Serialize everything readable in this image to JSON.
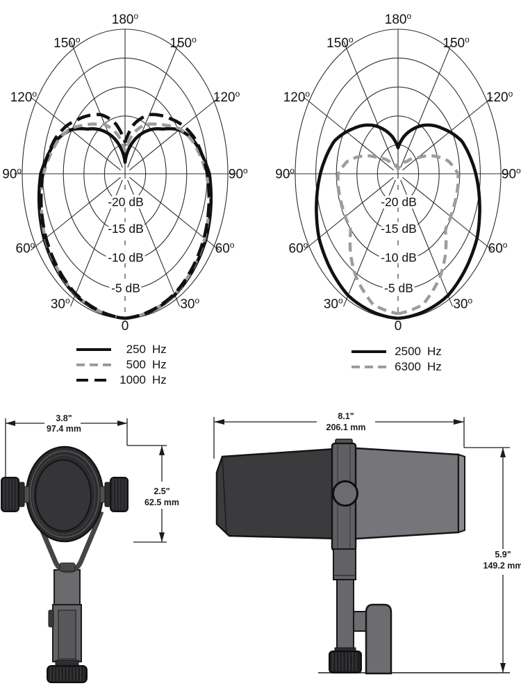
{
  "colors": {
    "background": "#ffffff",
    "grid": "#2e2e2e",
    "curve_black": "#111111",
    "curve_gray": "#9c9c9c",
    "foam_dark": "#3b3b3d",
    "body_gray": "#76767a",
    "hardware_gray": "#646466",
    "knob_dark": "#1f1f21"
  },
  "polar_axis": {
    "angle_labels": [
      "180",
      "150",
      "120",
      "90",
      "60",
      "30"
    ],
    "degree_mark": "o",
    "zero_label": "0",
    "db_labels": [
      "-20 dB",
      "-15 dB",
      "-10 dB",
      "-5 dB"
    ],
    "db_rings": [
      0,
      -5,
      -10,
      -15,
      -20
    ],
    "db_full_scale": -25
  },
  "chart_data": [
    {
      "type": "polar",
      "title": "",
      "angle_ticks_deg": [
        0,
        30,
        60,
        90,
        120,
        150,
        180
      ],
      "db_rings": [
        0,
        -5,
        -10,
        -15,
        -20
      ],
      "series": [
        {
          "value": "250",
          "unit": "Hz",
          "line": "solid-black",
          "points_deg_db": [
            [
              0,
              0
            ],
            [
              30,
              -0.8
            ],
            [
              60,
              -2.3
            ],
            [
              90,
              -4.5
            ],
            [
              110,
              -7.5
            ],
            [
              120,
              -9.8
            ],
            [
              130,
              -13
            ],
            [
              140,
              -15
            ],
            [
              150,
              -17
            ],
            [
              165,
              -20
            ],
            [
              175,
              -22
            ],
            [
              180,
              -23
            ]
          ]
        },
        {
          "value": "500",
          "unit": "Hz",
          "line": "dashed-gray",
          "points_deg_db": [
            [
              0,
              0
            ],
            [
              30,
              -0.9
            ],
            [
              60,
              -2.6
            ],
            [
              90,
              -5.2
            ],
            [
              110,
              -7.8
            ],
            [
              120,
              -9.5
            ],
            [
              130,
              -12
            ],
            [
              140,
              -13.8
            ],
            [
              150,
              -15.2
            ],
            [
              165,
              -18
            ],
            [
              175,
              -20.3
            ],
            [
              180,
              -21
            ]
          ]
        },
        {
          "value": "1000",
          "unit": "Hz",
          "line": "longdash-black",
          "points_deg_db": [
            [
              0,
              0
            ],
            [
              30,
              -1
            ],
            [
              60,
              -2.8
            ],
            [
              90,
              -5
            ],
            [
              110,
              -7
            ],
            [
              120,
              -8.5
            ],
            [
              130,
              -10.3
            ],
            [
              140,
              -11.8
            ],
            [
              150,
              -13.2
            ],
            [
              165,
              -16
            ],
            [
              175,
              -18.5
            ],
            [
              180,
              -19.5
            ]
          ]
        }
      ]
    },
    {
      "type": "polar",
      "title": "",
      "angle_ticks_deg": [
        0,
        30,
        60,
        90,
        120,
        150,
        180
      ],
      "db_rings": [
        0,
        -5,
        -10,
        -15,
        -20
      ],
      "series": [
        {
          "value": "2500",
          "unit": "Hz",
          "line": "solid-black",
          "points_deg_db": [
            [
              0,
              0
            ],
            [
              30,
              -0.7
            ],
            [
              60,
              -2.8
            ],
            [
              90,
              -6.1
            ],
            [
              110,
              -8.5
            ],
            [
              125,
              -11.5
            ],
            [
              140,
              -14
            ],
            [
              155,
              -16.5
            ],
            [
              168,
              -18.5
            ],
            [
              180,
              -20.5
            ]
          ]
        },
        {
          "value": "6300",
          "unit": "Hz",
          "line": "dashed-gray",
          "points_deg_db": [
            [
              0,
              -0.8
            ],
            [
              15,
              -1.6
            ],
            [
              30,
              -4.5
            ],
            [
              40,
              -7
            ],
            [
              50,
              -10
            ],
            [
              65,
              -10.3
            ],
            [
              80,
              -10.3
            ],
            [
              90,
              -10.4
            ],
            [
              100,
              -12.5
            ],
            [
              110,
              -16
            ],
            [
              120,
              -19.5
            ],
            [
              135,
              -22
            ],
            [
              150,
              -23
            ],
            [
              165,
              -23.6
            ],
            [
              180,
              -24.2
            ]
          ]
        }
      ]
    }
  ],
  "drawings": {
    "front_view": {
      "width": {
        "inches": "3.8\"",
        "mm": "97.4 mm"
      },
      "height": {
        "inches": "2.5\"",
        "mm": "62.5 mm"
      }
    },
    "side_view": {
      "width": {
        "inches": "8.1\"",
        "mm": "206.1 mm"
      },
      "height": {
        "inches": "5.9\"",
        "mm": "149.2 mm"
      }
    }
  }
}
